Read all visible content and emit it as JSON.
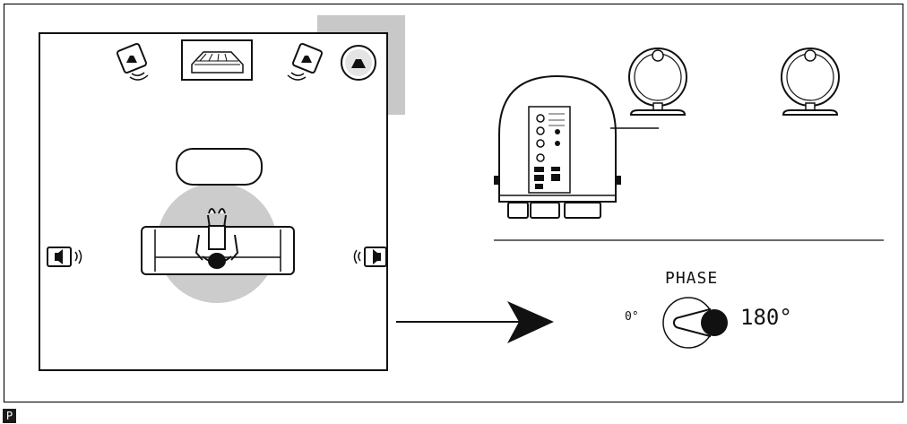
{
  "phase": {
    "title": "PHASE",
    "min_label": "0°",
    "max_label": "180°",
    "selected": "180°"
  },
  "page_tag": "P",
  "colors": {
    "line": "#111111",
    "zone": "#cccccc",
    "corner_shade": "#c8c8c8",
    "tag_bg": "#1a1a1a"
  },
  "icons": [
    "speaker-icon",
    "subwoofer-icon",
    "tv-icon",
    "sofa-icon",
    "coffee-table-icon",
    "listener-icon",
    "arrow-right-icon",
    "phase-knob-icon"
  ]
}
